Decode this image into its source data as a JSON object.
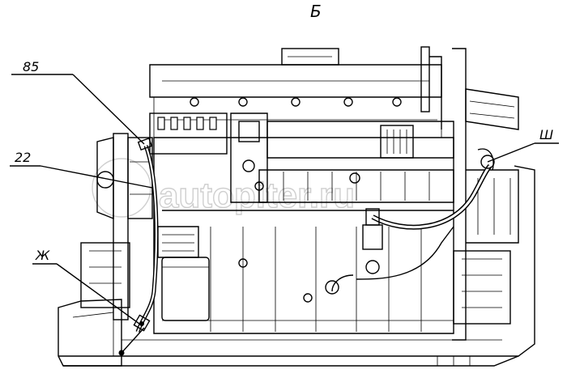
{
  "view_label": "Б",
  "callouts": {
    "c85": "85",
    "c22": "22",
    "cZh": "Ж",
    "cSh": "Ш"
  },
  "watermark": "autopiter.ru",
  "colors": {
    "line": "#000000",
    "background": "#ffffff",
    "watermark": "#cfcfcf"
  }
}
